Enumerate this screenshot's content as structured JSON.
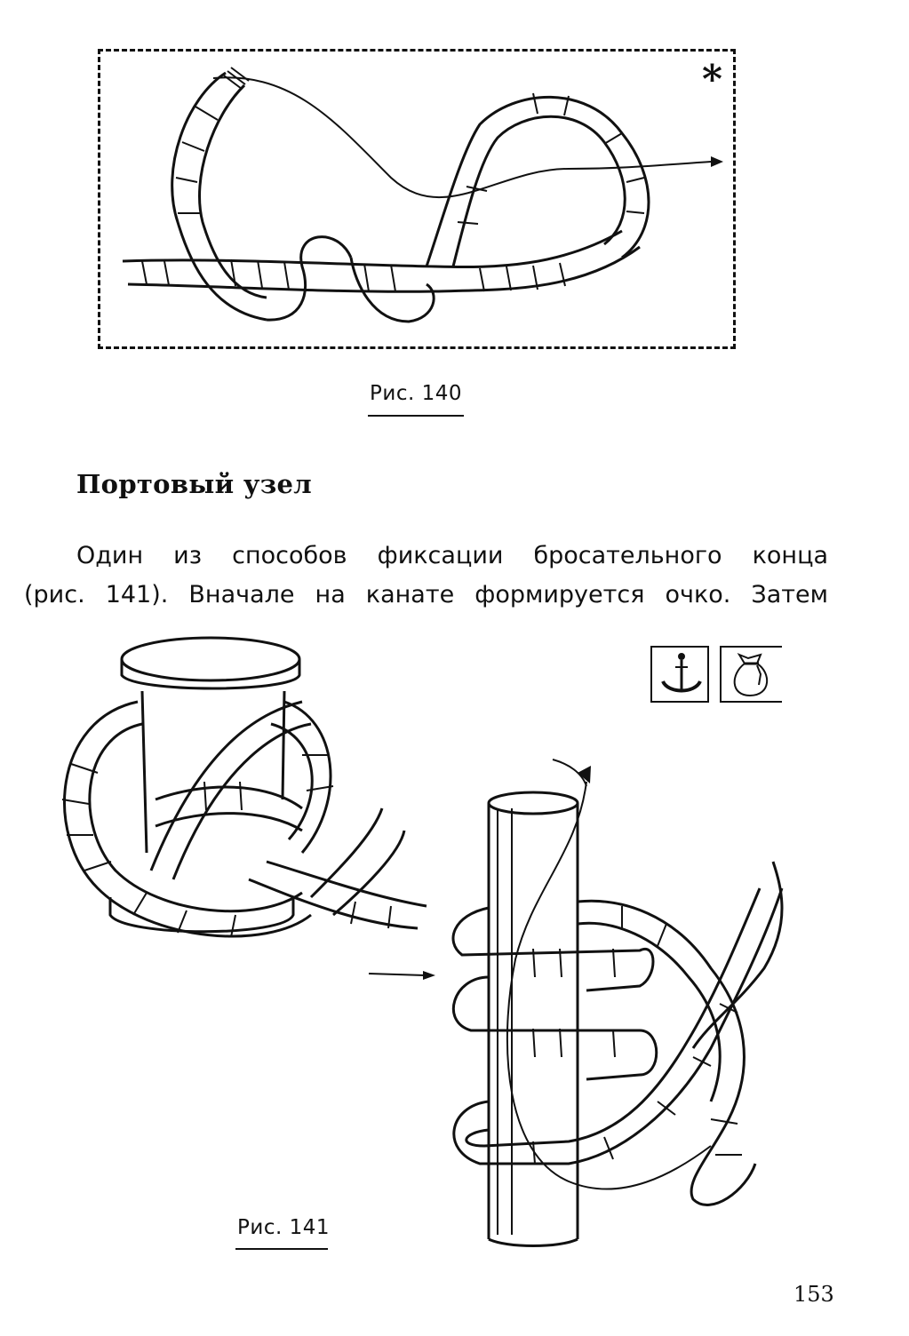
{
  "figure_140": {
    "caption": "Рис. 140",
    "marker": "*",
    "icons": [
      "rope-knot-illustration",
      "arrow-right-icon"
    ]
  },
  "section": {
    "heading": "Портовый узел",
    "paragraph_lines": [
      "Один из способов фиксации бросательного конца",
      "(рис. 141). Вначале на канате формируется очко. Затем"
    ]
  },
  "figure_141": {
    "caption": "Рис. 141",
    "icons": [
      "anchor-icon",
      "sack-icon",
      "bollard-illustration",
      "post-illustration",
      "arrow-right-icon",
      "arrow-curved-icon"
    ]
  },
  "footer": {
    "page_number": "153"
  }
}
